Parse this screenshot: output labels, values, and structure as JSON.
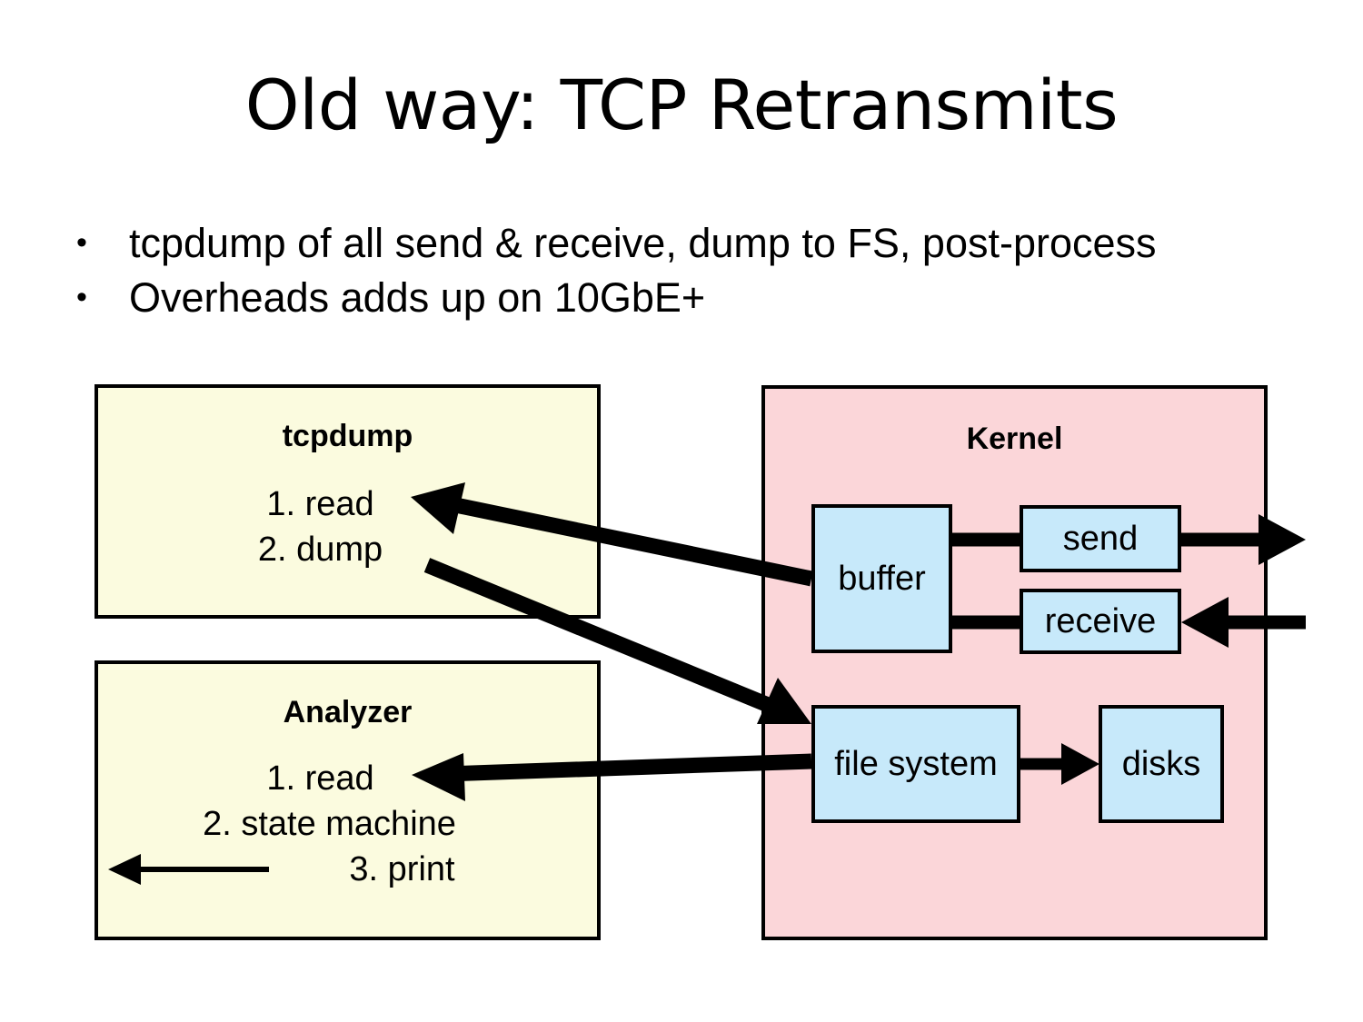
{
  "slide": {
    "title": "Old way: TCP Retransmits",
    "bullet_marker": "•",
    "bullets": [
      "tcpdump of all send & receive, dump to FS, post-process",
      "Overheads adds up on 10GbE+"
    ]
  },
  "colors": {
    "process_box_fill": "#fbfbdf",
    "kernel_box_fill": "#fbd6d9",
    "node_fill": "#c7e9fa",
    "stroke": "#000000",
    "page_background": "#ffffff"
  },
  "diagram": {
    "tcpdump_panel": {
      "title": "tcpdump",
      "steps": [
        "1. read",
        "2. dump"
      ]
    },
    "analyzer_panel": {
      "title": "Analyzer",
      "steps": [
        "1. read",
        "2. state machine",
        "3. print"
      ]
    },
    "kernel_panel": {
      "title": "Kernel",
      "nodes": [
        {
          "id": "buffer",
          "label": "buffer"
        },
        {
          "id": "send",
          "label": "send"
        },
        {
          "id": "receive",
          "label": "receive"
        },
        {
          "id": "file-system",
          "label": "file system"
        },
        {
          "id": "disks",
          "label": "disks"
        }
      ]
    },
    "arrows": [
      {
        "id": "buffer-to-tcpdump-read",
        "from": "buffer",
        "to": "tcpdump 1. read",
        "style": "thick"
      },
      {
        "id": "tcpdump-dump-to-file-system",
        "from": "tcpdump 2. dump",
        "to": "file system",
        "style": "thick"
      },
      {
        "id": "file-system-to-analyzer-read",
        "from": "file system",
        "to": "analyzer 1. read",
        "style": "thick"
      },
      {
        "id": "buffer-to-send",
        "from": "buffer",
        "to": "send",
        "style": "thick"
      },
      {
        "id": "send-to-network",
        "from": "send",
        "to": "network",
        "style": "thick"
      },
      {
        "id": "network-to-receive",
        "from": "network",
        "to": "receive",
        "style": "thick"
      },
      {
        "id": "receive-to-buffer",
        "from": "receive",
        "to": "buffer",
        "style": "thick"
      },
      {
        "id": "file-system-to-disks",
        "from": "file system",
        "to": "disks",
        "style": "thick"
      },
      {
        "id": "analyzer-print-out",
        "from": "analyzer 3. print",
        "to": "output",
        "style": "thin"
      }
    ]
  }
}
